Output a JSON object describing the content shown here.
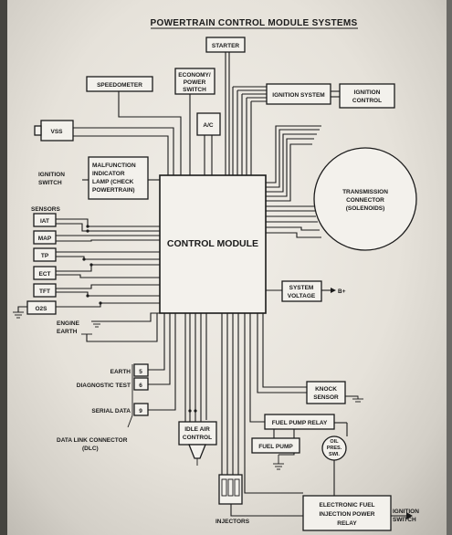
{
  "title": "POWERTRAIN CONTROL MODULE SYSTEMS",
  "blocks": {
    "starter": "STARTER",
    "speedometer": "SPEEDOMETER",
    "economy_1": "ECONOMY/",
    "economy_2": "POWER",
    "economy_3": "SWITCH",
    "ignition_system": "IGNITION SYSTEM",
    "ignition_control_1": "IGNITION",
    "ignition_control_2": "CONTROL",
    "vss": "VSS",
    "ac": "A/C",
    "mil_1": "MALFUNCTION",
    "mil_2": "INDICATOR",
    "mil_3": "LAMP (CHECK",
    "mil_4": "POWERTRAIN)",
    "ignition_switch_1": "IGNITION",
    "ignition_switch_2": "SWITCH",
    "transmission_1": "TRANSMISSION",
    "transmission_2": "CONNECTOR",
    "transmission_3": "(SOLENOIDS)",
    "control_module": "CONTROL MODULE",
    "system_voltage_1": "SYSTEM",
    "system_voltage_2": "VOLTAGE",
    "b_plus": "B+",
    "engine_earth_1": "ENGINE",
    "engine_earth_2": "EARTH",
    "knock_1": "KNOCK",
    "knock_2": "SENSOR",
    "fuel_pump_relay": "FUEL PUMP RELAY",
    "fuel_pump": "FUEL PUMP",
    "oil_1": "OIL",
    "oil_2": "PRES.",
    "oil_3": "SWI.",
    "idle_1": "IDLE AIR",
    "idle_2": "CONTROL",
    "injectors": "INJECTORS",
    "efi_1": "ELECTRONIC FUEL",
    "efi_2": "INJECTION POWER",
    "efi_3": "RELAY",
    "ignition_switch_b_1": "IGNITION",
    "ignition_switch_b_2": "SWITCH"
  },
  "sensors": {
    "heading": "SENSORS",
    "items": [
      "IAT",
      "MAP",
      "TP",
      "ECT",
      "TFT",
      "O2S"
    ]
  },
  "dlc": {
    "pins": [
      {
        "label": "EARTH",
        "pin": "5"
      },
      {
        "label": "DIAGNOSTIC TEST",
        "pin": "6"
      },
      {
        "label": "SERIAL DATA",
        "pin": "9"
      }
    ],
    "name_1": "DATA LINK CONNECTOR",
    "name_2": "(DLC)"
  }
}
